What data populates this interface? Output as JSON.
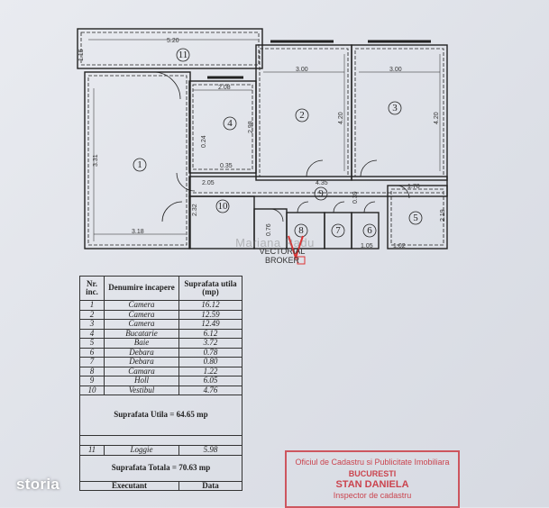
{
  "plan": {
    "dimensions": {
      "top_width": "5.20",
      "loggia_height": "1.15",
      "r2_width": "3.00",
      "r3_width": "3.00",
      "r1_height": "3.31",
      "r4_width": "2.08",
      "r4_height": "2.98",
      "r2_height": "4.20",
      "r3_height": "4.20",
      "small_a": "0.24",
      "small_b": "0.35",
      "hall_left": "2.05",
      "hall_center": "4.35",
      "hall_right": "1.70",
      "r10_height": "2.32",
      "r5_height": "2.19",
      "r1_bottom": "3.18",
      "closet_a": "0.76",
      "closet_b": "0.39",
      "bottom_a": "1.05",
      "bottom_b": "1.02"
    },
    "room_numbers": [
      "1",
      "2",
      "3",
      "4",
      "5",
      "6",
      "7",
      "8",
      "9",
      "10",
      "11"
    ]
  },
  "watermark": "Mariana Radu",
  "broker_logo": {
    "line1": "VECTORIAL",
    "line2": "BROKER"
  },
  "table": {
    "headers": [
      "Nr. inc.",
      "Denumire incapere",
      "Suprafata utila (mp)"
    ],
    "rows": [
      {
        "nr": "1",
        "name": "Camera",
        "area": "16.12"
      },
      {
        "nr": "2",
        "name": "Camera",
        "area": "12.59"
      },
      {
        "nr": "3",
        "name": "Camera",
        "area": "12.49"
      },
      {
        "nr": "4",
        "name": "Bucatarie",
        "area": "6.12"
      },
      {
        "nr": "5",
        "name": "Baie",
        "area": "3.72"
      },
      {
        "nr": "6",
        "name": "Debara",
        "area": "0.78"
      },
      {
        "nr": "7",
        "name": "Debara",
        "area": "0.80"
      },
      {
        "nr": "8",
        "name": "Camara",
        "area": "1.22"
      },
      {
        "nr": "9",
        "name": "Holl",
        "area": "6.05"
      },
      {
        "nr": "10",
        "name": "Vestibul",
        "area": "4.76"
      }
    ],
    "summary_utila": "Suprafata Utila = 64.65 mp",
    "loggia": {
      "nr": "11",
      "name": "Loggie",
      "area": "5.98"
    },
    "summary_totala": "Suprafata Totala = 70.63 mp",
    "footer": [
      "Executant",
      "Data"
    ]
  },
  "stamp": {
    "line1": "Oficiul de Cadastru si Publicitate Imobiliara",
    "line2": "BUCURESTI",
    "line3": "STAN DANIELA",
    "line4": "Inspector de cadastru",
    "color": "#c82832"
  },
  "brand": "storia"
}
